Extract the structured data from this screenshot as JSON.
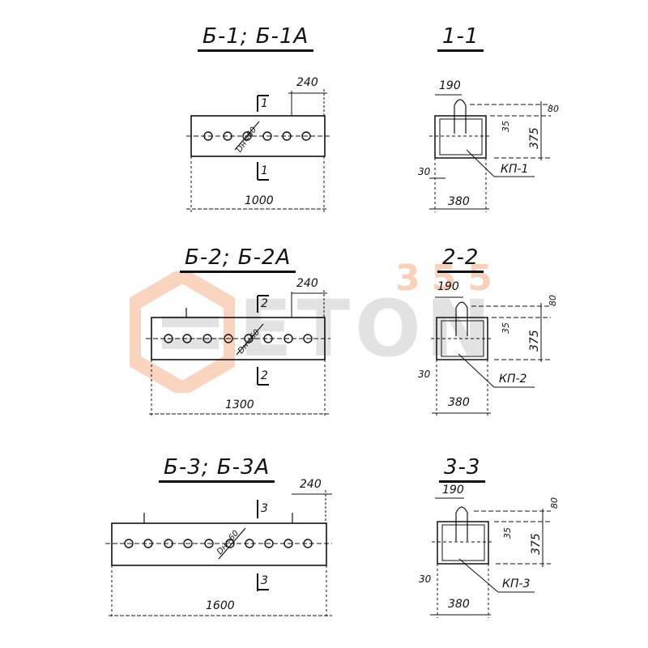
{
  "drawing": {
    "plans": [
      {
        "title": "Б-1; Б-1А",
        "length": "1000",
        "edge_dim": "240",
        "hole_dia": "Dн=60",
        "section_mark": "1",
        "holes": 6
      },
      {
        "title": "Б-2; Б-2А",
        "length": "1300",
        "edge_dim": "240",
        "hole_dia": "Dн=60",
        "section_mark": "2",
        "holes": 8
      },
      {
        "title": "Б-3; Б-3А",
        "length": "1600",
        "edge_dim": "240",
        "hole_dia": "Dн=60",
        "section_mark": "3",
        "holes": 10
      }
    ],
    "sections": [
      {
        "title": "1-1",
        "top_width": "190",
        "height": "375",
        "top_offset": "80",
        "inner_dim": "35",
        "cover": "30",
        "width": "380",
        "frame": "КП-1"
      },
      {
        "title": "2-2",
        "top_width": "190",
        "height": "375",
        "top_offset": "80",
        "inner_dim": "35",
        "cover": "30",
        "width": "380",
        "frame": "КП-2"
      },
      {
        "title": "3-3",
        "top_width": "190",
        "height": "375",
        "top_offset": "80",
        "inner_dim": "35",
        "cover": "30",
        "width": "380",
        "frame": "КП-3"
      }
    ]
  },
  "watermark": {
    "brand": "ETON",
    "number": "355",
    "logo_color": "#f2a070",
    "text_color": "#b4b4b4"
  }
}
